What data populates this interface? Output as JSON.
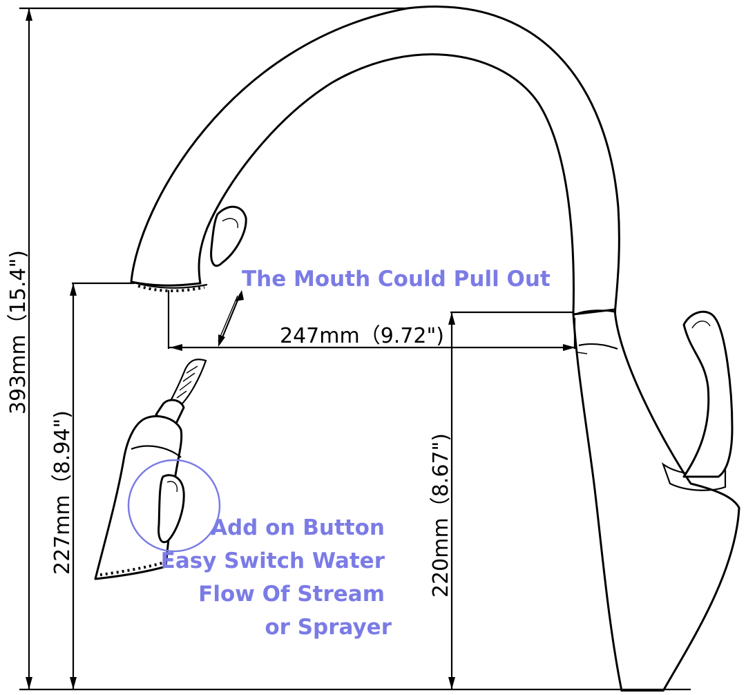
{
  "dimensions": {
    "total_height": "393mm（15.4\")",
    "spout_reach": "247mm（9.72\")",
    "spout_height": "227mm（8.94\")",
    "base_height": "220mm（8.67\")"
  },
  "annotations": {
    "pull_out": "The Mouth Could Pull Out",
    "button_line1": "Add on Button",
    "button_line2": "Easy Switch Water",
    "button_line3": "Flow Of Stream",
    "button_line4": "or Sprayer"
  },
  "colors": {
    "annotation": "#7b7be6",
    "lines": "#000000"
  }
}
